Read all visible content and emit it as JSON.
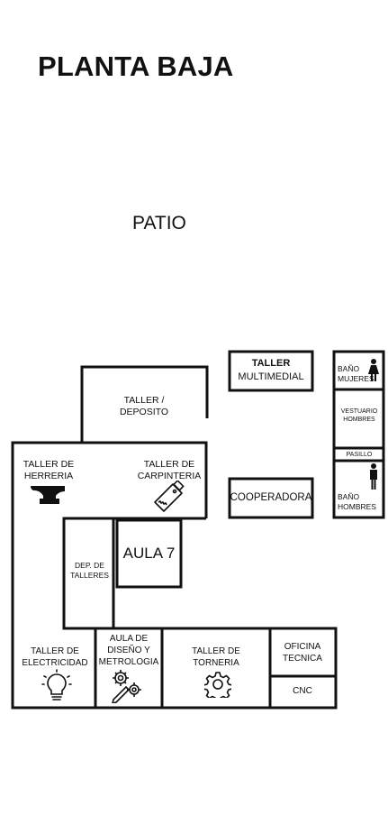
{
  "title": "PLANTA BAJA",
  "patio": "PATIO",
  "rooms": {
    "taller_multimedial": {
      "line1": "TALLER",
      "line2": "MULTIMEDIAL"
    },
    "bano_mujeres": "BAÑO\nMUJERES",
    "vestuario_hombres": "VESTUARIO\nHOMBRES",
    "pasillo": "PASILLO",
    "bano_hombres": "BAÑO\nHOMBRES",
    "taller_deposito": "TALLER /\nDEPOSITO",
    "taller_herreria": "TALLER DE\nHERRERIA",
    "taller_carpinteria": "TALLER DE\nCARPINTERIA",
    "cooperadora": "COOPERADORA",
    "aula7": "AULA 7",
    "dep_talleres": "DEP. DE\nTALLERES",
    "taller_electricidad": "TALLER DE\nELECTRICIDAD",
    "aula_diseno": "AULA DE\nDISEÑO Y\nMETROLOGIA",
    "taller_torneria": "TALLER DE\nTORNERIA",
    "oficina_tecnica": "OFICINA\nTECNICA",
    "cnc": "CNC"
  },
  "icons": {
    "woman": "woman-icon",
    "man": "man-icon",
    "anvil": "anvil-icon",
    "saw": "saw-icon",
    "bulb": "lightbulb-icon",
    "gears": "gears-icon",
    "gear": "gear-icon"
  }
}
